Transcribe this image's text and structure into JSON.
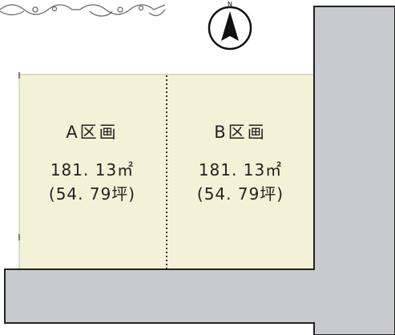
{
  "compass": {
    "icon": "north-arrow-icon",
    "label": "N"
  },
  "ornament": {
    "icon": "floral-ornament-icon"
  },
  "plots": [
    {
      "name": "A区画",
      "area": "181. 13㎡",
      "tsubo": "(54. 79坪)"
    },
    {
      "name": "B区画",
      "area": "181. 13㎡",
      "tsubo": "(54. 79坪)"
    }
  ],
  "colors": {
    "lot_fill": "#f4f2d6",
    "road_fill": "#c9cacf",
    "outline": "#222222"
  }
}
